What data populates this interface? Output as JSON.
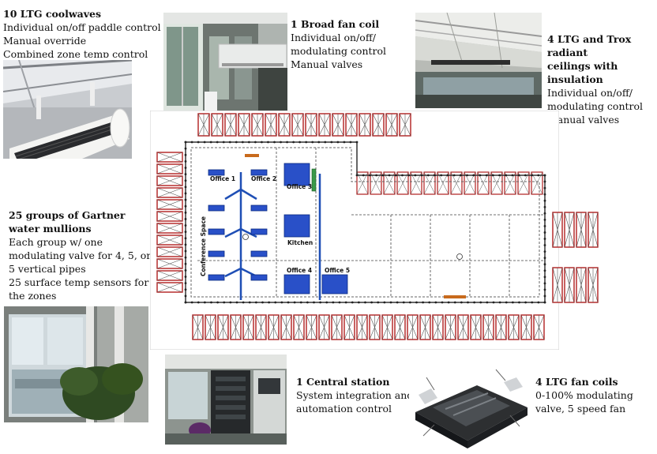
{
  "captions": {
    "coolwaves": {
      "title": "10 LTG coolwaves",
      "lines": [
        "Individual on/off paddle control",
        "Manual override",
        "Combined zone temp control"
      ]
    },
    "fancoil": {
      "title": "1 Broad fan coil",
      "lines": [
        "Individual on/off/",
        "modulating control",
        "Manual valves"
      ]
    },
    "radiant": {
      "title_lines": [
        "4 LTG and Trox radiant",
        "ceilings with insulation"
      ],
      "lines": [
        "Individual on/off/",
        "modulating control",
        "Manual valves"
      ]
    },
    "mullions": {
      "title_lines": [
        "25 groups of Gartner",
        "water mullions"
      ],
      "lines": [
        "Each group w/  one",
        "modulating valve for 4, 5, or",
        "5 vertical pipes",
        "25 surface temp sensors for",
        "the zones"
      ]
    },
    "station": {
      "title": "1 Central station",
      "lines": [
        "System integration and",
        "automation control"
      ]
    },
    "fancoils": {
      "title": "4 LTG fan coils",
      "lines": [
        "0-100% modulating",
        "valve, 5 speed fan"
      ]
    }
  },
  "plan": {
    "rooms": [
      "Office 1",
      "Office 2",
      "Office 3",
      "Kitchen",
      "Office 4",
      "Office 5"
    ],
    "conference": "Conference Space"
  },
  "colors": {
    "mullion_red": "#b11e1e",
    "pipe_blue": "#1f4fb5",
    "unit_blue": "#2950c8",
    "accent_green": "#3a9a4a"
  }
}
